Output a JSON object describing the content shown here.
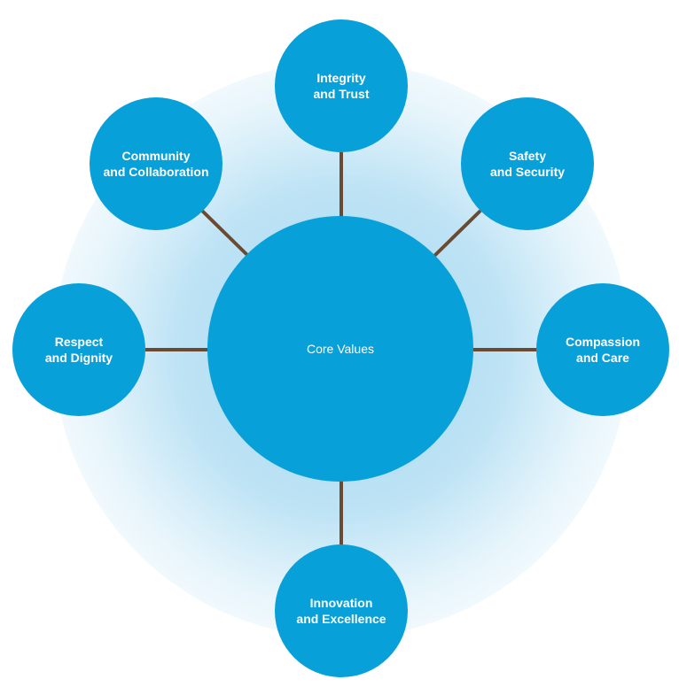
{
  "diagram": {
    "center": {
      "label": "Core Values"
    },
    "nodes": {
      "integrity": {
        "line1": "Integrity",
        "line2": "and Trust"
      },
      "community": {
        "line1": "Community",
        "line2": "and Collaboration"
      },
      "safety": {
        "line1": "Safety",
        "line2": "and Security"
      },
      "respect": {
        "line1": "Respect",
        "line2": "and Dignity"
      },
      "compassion": {
        "line1": "Compassion",
        "line2": "and Care"
      },
      "innovation": {
        "line1": "Innovation",
        "line2": "and Excellence"
      }
    },
    "colors": {
      "node_fill": "#08a0d9",
      "connector": "#6b4a33",
      "glow": "#a0d6f0",
      "text": "#ffffff"
    }
  }
}
